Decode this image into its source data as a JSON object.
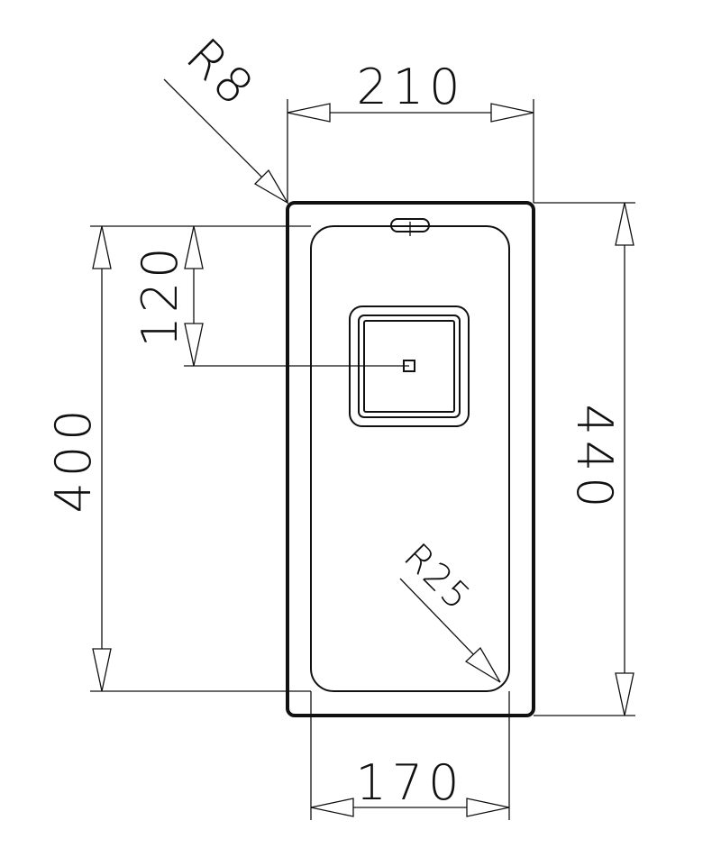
{
  "dimensions": {
    "top_width": "210",
    "bottom_width": "170",
    "left_height": "400",
    "right_height": "440",
    "drain_offset": "120",
    "corner_outer_radius": "R8",
    "corner_inner_radius": "R25"
  }
}
